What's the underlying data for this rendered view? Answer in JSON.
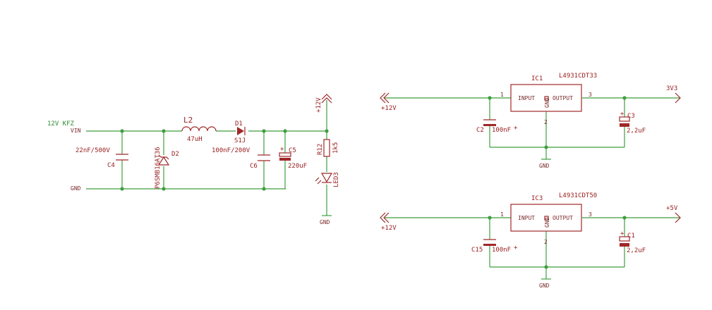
{
  "labels": {
    "net_12v_kfz": "12V KFZ",
    "vin": "VIN",
    "gnd_left": "GND",
    "c4_value": "22nF/500V",
    "c4_name": "C4",
    "d2_name": "D2",
    "d2_value": "P6SMB16AT36",
    "l2_name": "L2",
    "l2_value": "47uH",
    "d1_name": "D1",
    "d1_value": "S1J",
    "c6_value": "100nF/200V",
    "c6_name": "C6",
    "c5_name": "C5",
    "c5_value": "220uF",
    "p12v_top": "+12V",
    "r12_name": "R12",
    "r12_value": "1k5",
    "led3_name": "LED3",
    "gnd_bottom_left": "GND",
    "ic1_name": "IC1",
    "ic1_value": "L4931CDT33",
    "ic1_input": "INPUT",
    "ic1_output": "OUTPUT",
    "ic1_gnd_pin": "GND",
    "ic1_pin1": "1",
    "ic1_pin3": "3",
    "ic1_pin2": "2",
    "ic1_in_net": "+12V",
    "ic1_out_net": "3V3",
    "ic1_cin_name": "C2",
    "ic1_cin_value": "100nF",
    "ic1_cout_name": "C3",
    "ic1_cout_value": "2,2uF",
    "ic1_gnd": "GND",
    "ic3_name": "IC3",
    "ic3_value": "L4931CDT50",
    "ic3_input": "INPUT",
    "ic3_output": "OUTPUT",
    "ic3_gnd_pin": "GND",
    "ic3_pin1": "1",
    "ic3_pin3": "3",
    "ic3_pin2": "2",
    "ic3_in_net": "+12V",
    "ic3_out_net": "+5V",
    "ic3_cin_name": "C15",
    "ic3_cin_value": "100nF",
    "ic3_cout_name": "C1",
    "ic3_cout_value": "2,2uF",
    "ic3_gnd": "GND",
    "plus": "+"
  },
  "colors": {
    "wire": "#3f9e3f",
    "part": "#a02828",
    "background": "#ffffff"
  }
}
